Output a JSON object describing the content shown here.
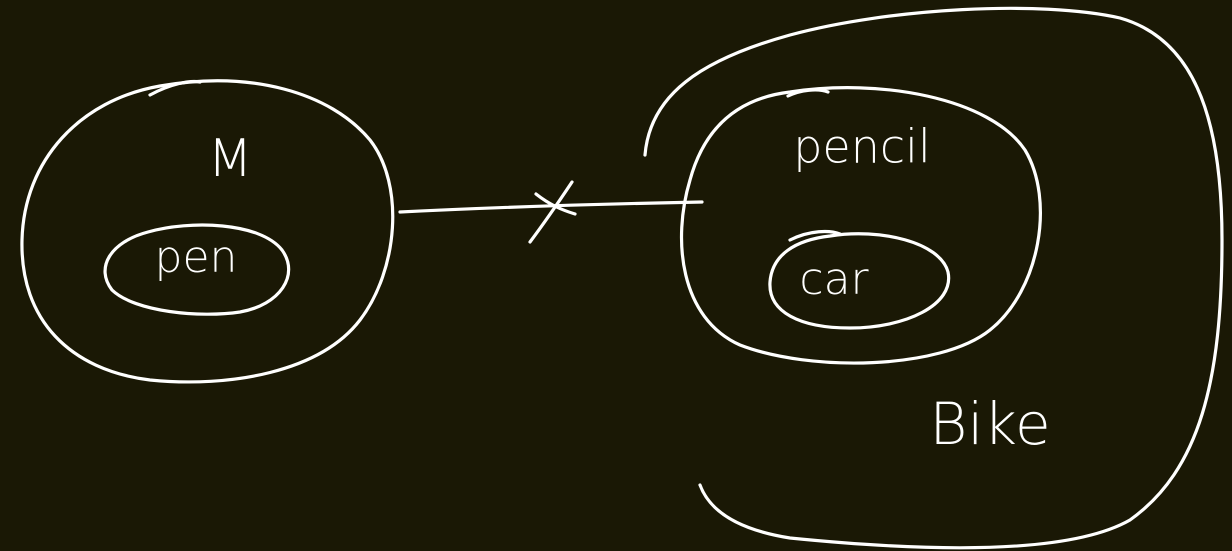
{
  "colors": {
    "background": "#1a1805",
    "ink": "#ffffff"
  },
  "labels": {
    "set_m": "M",
    "set_pen": "pen",
    "set_pencil": "pencil",
    "set_car": "car",
    "set_bike": "Bike"
  },
  "connector": {
    "mark": "X",
    "meaning": "no link between M and pencil"
  }
}
